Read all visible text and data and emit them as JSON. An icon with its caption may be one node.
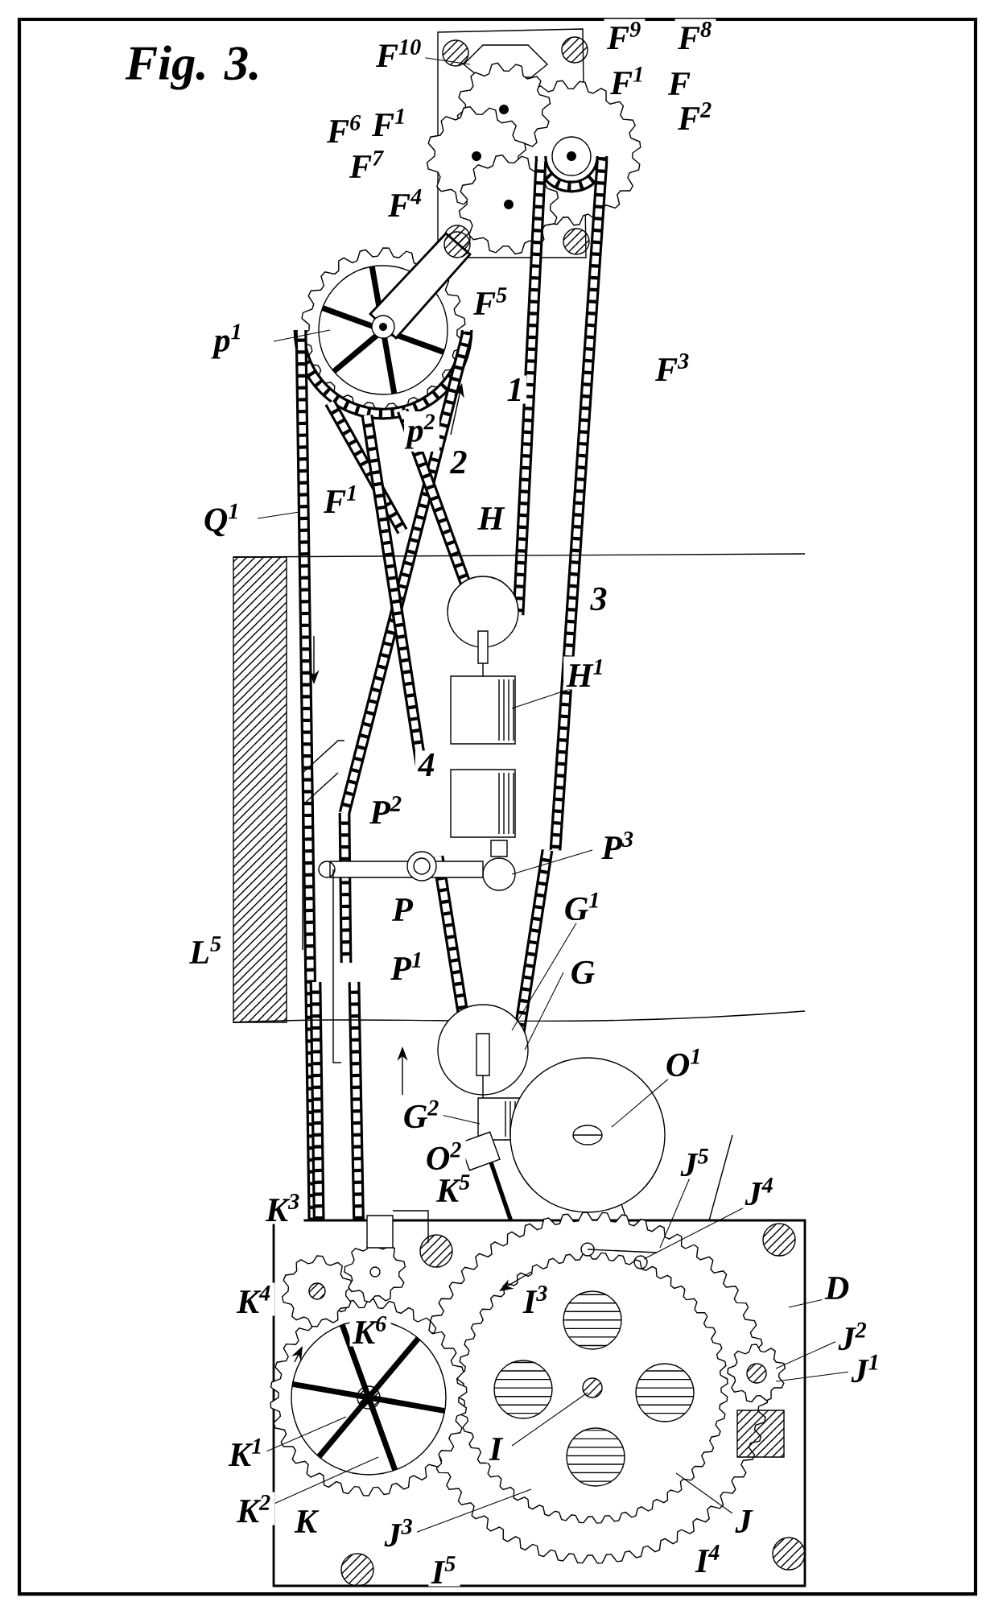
{
  "diagram": {
    "title": "Fig. 3.",
    "labels": [
      "F$^{10}$",
      "F$^{9}$",
      "F$^{8}$",
      "F$^{6}$",
      "F$^{1}$",
      "F$^{1}$",
      "F",
      "F$^{7}$",
      "F$^{2}$",
      "F$^{4}$",
      "F$^{5}$",
      "p$^{1}$",
      "F$^{3}$",
      "1",
      "p$^{2}$",
      "F$^{1}$",
      "2",
      "Q$^{1}$",
      "H",
      "3",
      "H$^{1}$",
      "4",
      "P$^{2}$",
      "P$^{3}$",
      "L$^{5}$",
      "P",
      "P$^{1}$",
      "G$^{1}$",
      "G",
      "G$^{2}$",
      "O$^{1}$",
      "O$^{2}$",
      "K$^{5}$",
      "J$^{5}$",
      "J$^{4}$",
      "K$^{3}$",
      "K$^{4}$",
      "K$^{6}$",
      "I$^{3}$",
      "D",
      "J$^{2}$",
      "J$^{1}$",
      "K$^{1}$",
      "K$^{2}$",
      "K",
      "J$^{3}$",
      "I",
      "J",
      "I$^{5}$",
      "I$^{4}$"
    ]
  }
}
